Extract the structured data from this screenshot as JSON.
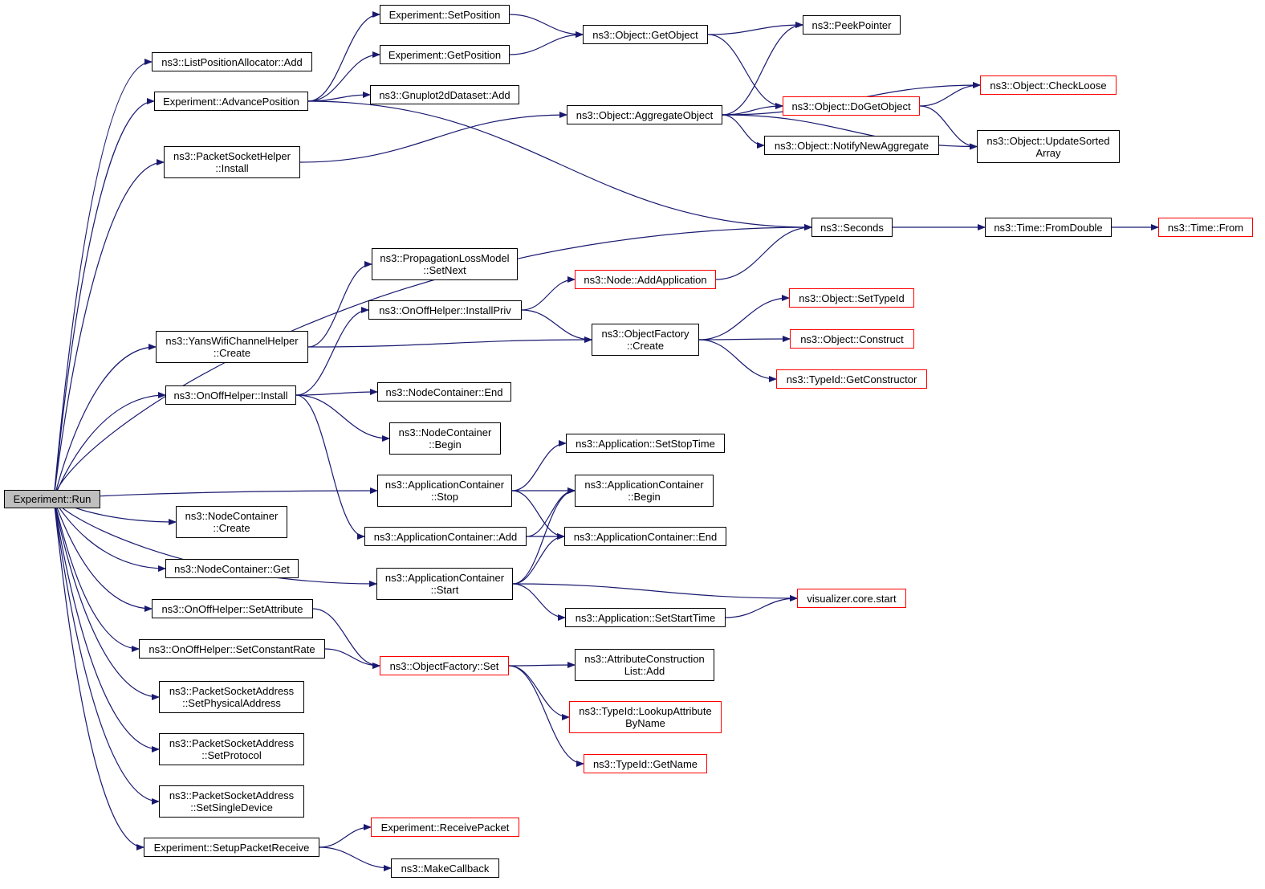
{
  "colors": {
    "edge": "#191970",
    "box_border": "#000000",
    "box_border_external": "#ff0000",
    "root_fill": "#bfbfbf"
  },
  "nodes": {
    "run": {
      "lines": [
        "Experiment::Run"
      ],
      "red": false
    },
    "lpa_add": {
      "lines": [
        "ns3::ListPositionAllocator::Add"
      ],
      "red": false
    },
    "adv_pos": {
      "lines": [
        "Experiment::AdvancePosition"
      ],
      "red": false
    },
    "set_pos": {
      "lines": [
        "Experiment::SetPosition"
      ],
      "red": false
    },
    "get_pos": {
      "lines": [
        "Experiment::GetPosition"
      ],
      "red": false
    },
    "gnuplot_add": {
      "lines": [
        "ns3::Gnuplot2dDataset::Add"
      ],
      "red": false
    },
    "get_object": {
      "lines": [
        "ns3::Object::GetObject"
      ],
      "red": false
    },
    "peek_pointer": {
      "lines": [
        "ns3::PeekPointer"
      ],
      "red": false
    },
    "check_loose": {
      "lines": [
        "ns3::Object::CheckLoose"
      ],
      "red": true
    },
    "do_get_object": {
      "lines": [
        "ns3::Object::DoGetObject"
      ],
      "red": true
    },
    "aggregate": {
      "lines": [
        "ns3::Object::AggregateObject"
      ],
      "red": false
    },
    "notify_agg": {
      "lines": [
        "ns3::Object::NotifyNewAggregate"
      ],
      "red": false
    },
    "update_sorted": {
      "lines": [
        "ns3::Object::UpdateSorted",
        "Array"
      ],
      "red": false
    },
    "packet_socket_install": {
      "lines": [
        "ns3::PacketSocketHelper",
        "::Install"
      ],
      "red": false
    },
    "seconds": {
      "lines": [
        "ns3::Seconds"
      ],
      "red": false
    },
    "from_double": {
      "lines": [
        "ns3::Time::FromDouble"
      ],
      "red": false
    },
    "time_from": {
      "lines": [
        "ns3::Time::From"
      ],
      "red": true
    },
    "prop_set_next": {
      "lines": [
        "ns3::PropagationLossModel",
        "::SetNext"
      ],
      "red": false
    },
    "add_application": {
      "lines": [
        "ns3::Node::AddApplication"
      ],
      "red": true
    },
    "install_priv": {
      "lines": [
        "ns3::OnOffHelper::InstallPriv"
      ],
      "red": false
    },
    "set_type_id": {
      "lines": [
        "ns3::Object::SetTypeId"
      ],
      "red": true
    },
    "yans_create": {
      "lines": [
        "ns3::YansWifiChannelHelper",
        "::Create"
      ],
      "red": false
    },
    "of_create": {
      "lines": [
        "ns3::ObjectFactory",
        "::Create"
      ],
      "red": false
    },
    "construct": {
      "lines": [
        "ns3::Object::Construct"
      ],
      "red": true
    },
    "get_constructor": {
      "lines": [
        "ns3::TypeId::GetConstructor"
      ],
      "red": true
    },
    "onoff_install": {
      "lines": [
        "ns3::OnOffHelper::Install"
      ],
      "red": false
    },
    "nc_end": {
      "lines": [
        "ns3::NodeContainer::End"
      ],
      "red": false
    },
    "nc_begin": {
      "lines": [
        "ns3::NodeContainer",
        "::Begin"
      ],
      "red": false
    },
    "app_set_stop": {
      "lines": [
        "ns3::Application::SetStopTime"
      ],
      "red": false
    },
    "ac_stop": {
      "lines": [
        "ns3::ApplicationContainer",
        "::Stop"
      ],
      "red": false
    },
    "ac_begin": {
      "lines": [
        "ns3::ApplicationContainer",
        "::Begin"
      ],
      "red": false
    },
    "nc_create": {
      "lines": [
        "ns3::NodeContainer",
        "::Create"
      ],
      "red": false
    },
    "ac_add": {
      "lines": [
        "ns3::ApplicationContainer::Add"
      ],
      "red": false
    },
    "ac_end": {
      "lines": [
        "ns3::ApplicationContainer::End"
      ],
      "red": false
    },
    "nc_get": {
      "lines": [
        "ns3::NodeContainer::Get"
      ],
      "red": false
    },
    "ac_start": {
      "lines": [
        "ns3::ApplicationContainer",
        "::Start"
      ],
      "red": false
    },
    "viz_start": {
      "lines": [
        "visualizer.core.start"
      ],
      "red": true
    },
    "onoff_set_attr": {
      "lines": [
        "ns3::OnOffHelper::SetAttribute"
      ],
      "red": false
    },
    "app_set_start": {
      "lines": [
        "ns3::Application::SetStartTime"
      ],
      "red": false
    },
    "onoff_set_rate": {
      "lines": [
        "ns3::OnOffHelper::SetConstantRate"
      ],
      "red": false
    },
    "of_set": {
      "lines": [
        "ns3::ObjectFactory::Set"
      ],
      "red": true
    },
    "acl_add": {
      "lines": [
        "ns3::AttributeConstruction",
        "List::Add"
      ],
      "red": false
    },
    "psa_phys": {
      "lines": [
        "ns3::PacketSocketAddress",
        "::SetPhysicalAddress"
      ],
      "red": false
    },
    "lookup_attr": {
      "lines": [
        "ns3::TypeId::LookupAttribute",
        "ByName"
      ],
      "red": true
    },
    "psa_proto": {
      "lines": [
        "ns3::PacketSocketAddress",
        "::SetProtocol"
      ],
      "red": false
    },
    "get_name": {
      "lines": [
        "ns3::TypeId::GetName"
      ],
      "red": true
    },
    "psa_single": {
      "lines": [
        "ns3::PacketSocketAddress",
        "::SetSingleDevice"
      ],
      "red": false
    },
    "recv_packet": {
      "lines": [
        "Experiment::ReceivePacket"
      ],
      "red": true
    },
    "setup_recv": {
      "lines": [
        "Experiment::SetupPacketReceive"
      ],
      "red": false
    },
    "make_callback": {
      "lines": [
        "ns3::MakeCallback"
      ],
      "red": false
    }
  },
  "edges": [
    [
      "run",
      "lpa_add"
    ],
    [
      "run",
      "adv_pos"
    ],
    [
      "run",
      "packet_socket_install"
    ],
    [
      "run",
      "seconds"
    ],
    [
      "run",
      "yans_create"
    ],
    [
      "run",
      "onoff_install"
    ],
    [
      "run",
      "ac_stop"
    ],
    [
      "run",
      "ac_start"
    ],
    [
      "run",
      "nc_create"
    ],
    [
      "run",
      "nc_get"
    ],
    [
      "run",
      "onoff_set_attr"
    ],
    [
      "run",
      "onoff_set_rate"
    ],
    [
      "run",
      "psa_phys"
    ],
    [
      "run",
      "psa_proto"
    ],
    [
      "run",
      "psa_single"
    ],
    [
      "run",
      "setup_recv"
    ],
    [
      "adv_pos",
      "set_pos"
    ],
    [
      "adv_pos",
      "get_pos"
    ],
    [
      "adv_pos",
      "gnuplot_add"
    ],
    [
      "adv_pos",
      "seconds"
    ],
    [
      "set_pos",
      "get_object"
    ],
    [
      "get_pos",
      "get_object"
    ],
    [
      "get_object",
      "peek_pointer"
    ],
    [
      "get_object",
      "do_get_object"
    ],
    [
      "do_get_object",
      "check_loose"
    ],
    [
      "do_get_object",
      "update_sorted"
    ],
    [
      "aggregate",
      "peek_pointer"
    ],
    [
      "aggregate",
      "check_loose"
    ],
    [
      "aggregate",
      "do_get_object"
    ],
    [
      "aggregate",
      "notify_agg"
    ],
    [
      "aggregate",
      "update_sorted"
    ],
    [
      "packet_socket_install",
      "aggregate"
    ],
    [
      "seconds",
      "from_double"
    ],
    [
      "from_double",
      "time_from"
    ],
    [
      "yans_create",
      "prop_set_next"
    ],
    [
      "yans_create",
      "of_create"
    ],
    [
      "onoff_install",
      "install_priv"
    ],
    [
      "onoff_install",
      "nc_end"
    ],
    [
      "onoff_install",
      "nc_begin"
    ],
    [
      "onoff_install",
      "ac_add"
    ],
    [
      "install_priv",
      "add_application"
    ],
    [
      "install_priv",
      "of_create"
    ],
    [
      "add_application",
      "seconds"
    ],
    [
      "of_create",
      "set_type_id"
    ],
    [
      "of_create",
      "construct"
    ],
    [
      "of_create",
      "get_constructor"
    ],
    [
      "ac_stop",
      "app_set_stop"
    ],
    [
      "ac_stop",
      "ac_begin"
    ],
    [
      "ac_stop",
      "ac_end"
    ],
    [
      "ac_add",
      "ac_begin"
    ],
    [
      "ac_add",
      "ac_end"
    ],
    [
      "ac_start",
      "ac_begin"
    ],
    [
      "ac_start",
      "ac_end"
    ],
    [
      "ac_start",
      "viz_start"
    ],
    [
      "ac_start",
      "app_set_start"
    ],
    [
      "app_set_start",
      "viz_start"
    ],
    [
      "onoff_set_attr",
      "of_set"
    ],
    [
      "onoff_set_rate",
      "of_set"
    ],
    [
      "of_set",
      "acl_add"
    ],
    [
      "of_set",
      "lookup_attr"
    ],
    [
      "of_set",
      "get_name"
    ],
    [
      "setup_recv",
      "recv_packet"
    ],
    [
      "setup_recv",
      "make_callback"
    ]
  ]
}
